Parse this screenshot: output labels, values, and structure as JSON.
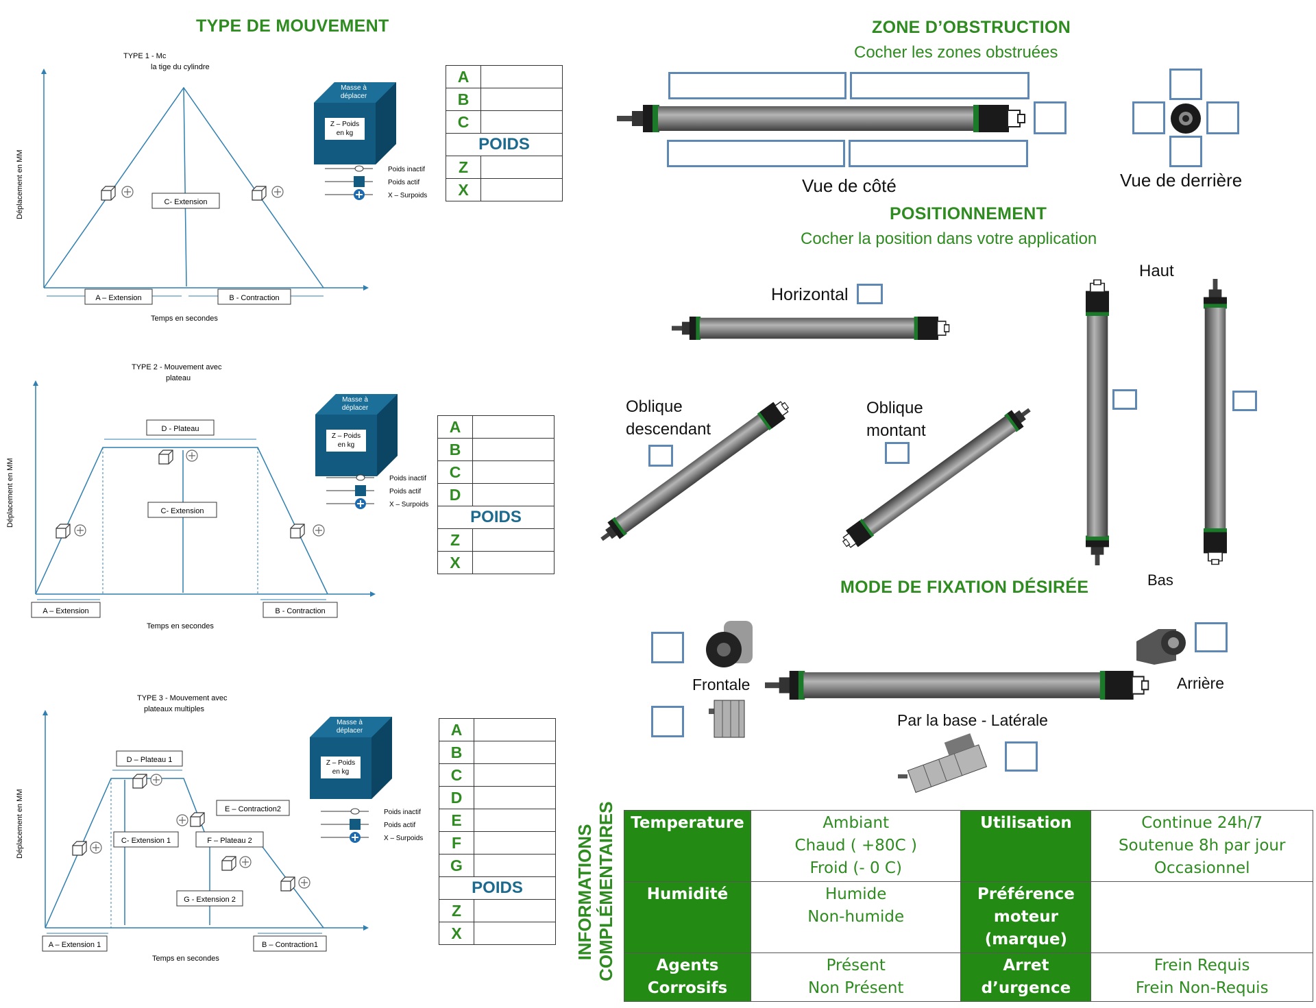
{
  "left": {
    "title": "TYPE DE MOUVEMENT",
    "type1": {
      "title_line1": "TYPE 1 - Mc",
      "title_line2": "la tige du cylindre",
      "ylabel": "Déplacement en MM",
      "xlabel": "Temps en secondes",
      "labels": [
        "C- Extension",
        "A – Extension",
        "B - Contraction"
      ],
      "table_keys": [
        "A",
        "B",
        "C"
      ],
      "weight_keys": [
        "Z",
        "X"
      ]
    },
    "type2": {
      "title_line1": "TYPE 2 - Mouvement avec",
      "title_line2": "plateau",
      "ylabel": "Déplacement en MM",
      "xlabel": "Temps en secondes",
      "labels": [
        "D - Plateau",
        "C- Extension",
        "A – Extension",
        "B - Contraction"
      ],
      "table_keys": [
        "A",
        "B",
        "C",
        "D"
      ],
      "weight_keys": [
        "Z",
        "X"
      ]
    },
    "type3": {
      "title_line1": "TYPE 3 - Mouvement avec",
      "title_line2": "plateaux multiples",
      "ylabel": "Déplacement en MM",
      "xlabel": "Temps en secondes",
      "labels": [
        "D – Plateau 1",
        "E – Contraction2",
        "C- Extension 1",
        "F – Plateau 2",
        "G - Extension 2",
        "A – Extension 1",
        "B – Contraction1"
      ],
      "table_keys": [
        "A",
        "B",
        "C",
        "D",
        "E",
        "F",
        "G"
      ],
      "weight_keys": [
        "Z",
        "X"
      ]
    },
    "poids_label": "POIDS",
    "mass_box": {
      "top1": "Masse à",
      "top2": "déplacer",
      "front1": "Z – Poids",
      "front2": "en kg"
    },
    "legend": [
      "Poids inactif",
      "Poids actif",
      "X – Surpoids"
    ]
  },
  "obstruction": {
    "title": "ZONE D’OBSTRUCTION",
    "subtitle": "Cocher les zones obstruées",
    "side_view": "Vue de côté",
    "back_view": "Vue de derrière"
  },
  "positioning": {
    "title": "POSITIONNEMENT",
    "subtitle": "Cocher la position dans votre application",
    "horizontal": "Horizontal",
    "oblique_down_1": "Oblique",
    "oblique_down_2": "descendant",
    "oblique_up_1": "Oblique",
    "oblique_up_2": "montant",
    "top": "Haut",
    "bottom": "Bas"
  },
  "mounting": {
    "title": "MODE DE FIXATION DÉSIRÉE",
    "front": "Frontale",
    "rear": "Arrière",
    "base": "Par la base - Latérale"
  },
  "info": {
    "vertical_line1": "INFORMATIONS",
    "vertical_line2": "COMPLÉMENTAIRES",
    "rows": [
      {
        "h1": "Temperature",
        "o1": [
          "Ambiant",
          "Chaud ( +80C )",
          "Froid (- 0 C)"
        ],
        "h2": "Utilisation",
        "o2": [
          "Continue 24h/7",
          "Soutenue 8h par jour",
          "Occasionnel"
        ]
      },
      {
        "h1": "Humidité",
        "o1": [
          "Humide",
          "Non-humide"
        ],
        "h2": "Préférence moteur (marque)",
        "o2": []
      },
      {
        "h1": "Agents Corrosifs",
        "o1": [
          "Présent",
          "Non Présent"
        ],
        "h2": "Arret d’urgence",
        "o2": [
          "Frein Requis",
          "Frein Non-Requis"
        ]
      }
    ]
  },
  "colors": {
    "green": "#2e8b1f",
    "header_green": "#238a13",
    "box_blue": "#5f87b4",
    "teal": "#1c6b8e"
  }
}
